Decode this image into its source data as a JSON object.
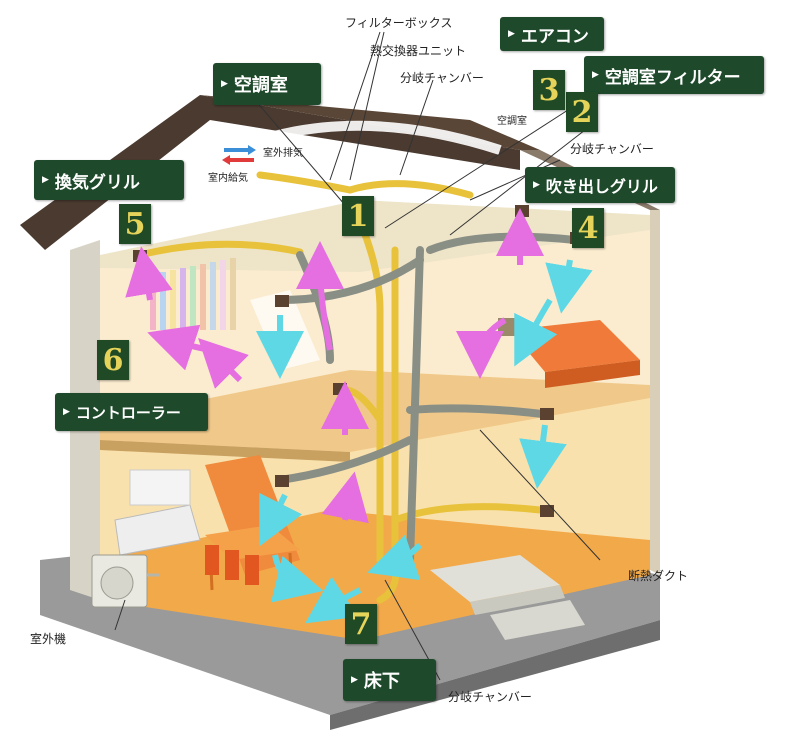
{
  "tags": {
    "aircon": "エアコン",
    "room": "空調室",
    "room_filter": "空調室フィルター",
    "grille": "換気グリル",
    "outlet": "吹き出しグリル",
    "controller": "コントローラー",
    "underfloor": "床下"
  },
  "numbers": {
    "n1": "1",
    "n2": "2",
    "n3": "3",
    "n4": "4",
    "n5": "5",
    "n6": "6",
    "n7": "7"
  },
  "captions": {
    "filter_box": "フィルターボックス",
    "heat_exchanger": "熱交換器ユニット",
    "branch_top": "分岐チャンバー",
    "room_small": "空調室",
    "branch_mid": "分岐チャンバー",
    "exhaust": "室外排気",
    "intake": "室内給気",
    "insulated_duct": "断熱ダクト",
    "outdoor_unit": "室外機",
    "branch_bottom": "分岐チャンバー"
  },
  "colors": {
    "label_bg": "#1e4a2b",
    "number_text": "#e6d35a",
    "duct_yellow": "#e8c23a",
    "duct_gray": "#8a8f86",
    "arrow_pink": "#e56ee0",
    "arrow_cyan": "#5fd8e6"
  }
}
